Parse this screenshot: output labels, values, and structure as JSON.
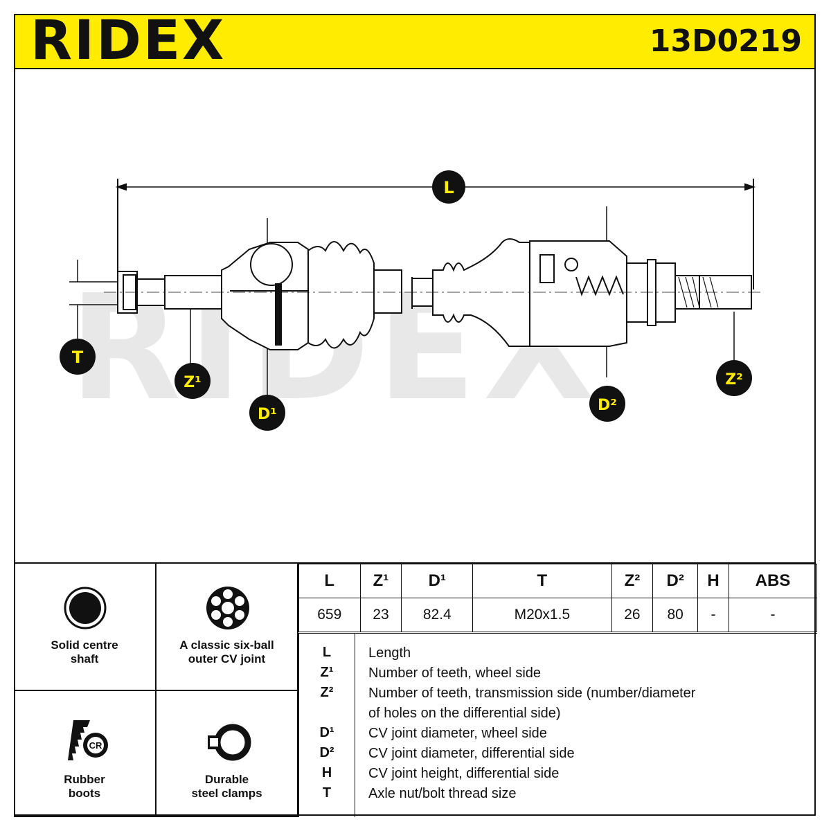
{
  "header": {
    "brand": "RIDEX",
    "part_number": "13D0219"
  },
  "drawing": {
    "watermark": "RIDEX",
    "labels": {
      "L": "L",
      "T": "T",
      "Z1": "Z¹",
      "Z2": "Z²",
      "D1": "D¹",
      "D2": "D²"
    }
  },
  "features": [
    {
      "label": "Solid centre\nshaft",
      "icon": "solid-shaft-icon"
    },
    {
      "label": "A classic six-ball\nouter CV joint",
      "icon": "six-ball-joint-icon"
    },
    {
      "label": "Rubber\nboots",
      "icon": "rubber-boot-icon",
      "badge": "CR"
    },
    {
      "label": "Durable\nsteel clamps",
      "icon": "steel-clamp-icon"
    }
  ],
  "spec_table": {
    "headers": [
      "L",
      "Z¹",
      "D¹",
      "T",
      "Z²",
      "D²",
      "H",
      "ABS"
    ],
    "values": [
      "659",
      "23",
      "82.4",
      "M20x1.5",
      "26",
      "80",
      "-",
      "-"
    ]
  },
  "legend": [
    {
      "key": "L",
      "desc": "Length"
    },
    {
      "key": "Z¹",
      "desc": "Number of teeth, wheel side"
    },
    {
      "key": "Z²",
      "desc": "Number of teeth, transmission side (number/diameter\nof holes on the differential side)"
    },
    {
      "key": "D¹",
      "desc": "CV joint diameter, wheel side"
    },
    {
      "key": "D²",
      "desc": "CV joint diameter, differential side"
    },
    {
      "key": "H",
      "desc": "CV joint height, differential side"
    },
    {
      "key": "T",
      "desc": "Axle nut/bolt thread size"
    }
  ],
  "colors": {
    "accent": "#ffec00",
    "ink": "#111111",
    "watermark": "#e6e6e6"
  }
}
